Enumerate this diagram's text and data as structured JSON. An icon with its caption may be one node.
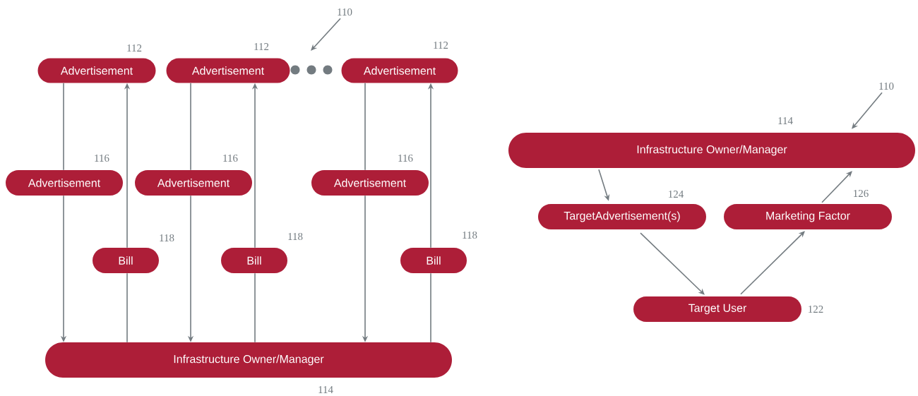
{
  "diagram": {
    "nodes": [
      {
        "text": [
          "Advertisement"
        ],
        "beside": [
          "112"
        ]
      },
      {
        "text": [
          "Advertisement"
        ],
        "beside": [
          "112"
        ]
      },
      {
        "text": [
          "Advertisement"
        ],
        "beside": [
          "112"
        ]
      },
      {
        "text": [
          "Advertisement"
        ],
        "beside": [
          "116"
        ]
      },
      {
        "text": [
          "Advertisement"
        ],
        "beside": [
          "116"
        ]
      },
      {
        "text": [
          "Advertisement"
        ],
        "beside": [
          "116"
        ]
      },
      {
        "text": [
          "Bill"
        ],
        "beside": [
          "118"
        ]
      },
      {
        "text": [
          "Bill"
        ],
        "beside": [
          "118"
        ]
      },
      {
        "text": [
          "Bill"
        ],
        "beside": [
          "118"
        ]
      },
      {
        "text": [
          "Infrastructure Owner/Manager"
        ],
        "beside": [
          "114"
        ]
      },
      {
        "text": [
          "Infrastructure Owner/Manager"
        ],
        "beside": [
          "114"
        ]
      },
      {
        "text": [
          "TargetAdvertisement(s)"
        ],
        "beside": [
          "124"
        ]
      },
      {
        "text": [
          "Marketing Factor"
        ],
        "beside": [
          "126"
        ]
      },
      {
        "text": [
          "Target User"
        ],
        "beside": [
          "122"
        ]
      },
      {
        "text": [
          "110"
        ]
      },
      {
        "text": [
          "110"
        ]
      }
    ],
    "edges": [
      {
        "from": 0,
        "to": 3,
        "arrow": "none"
      },
      {
        "from": 3,
        "to": 9,
        "arrow": "to"
      },
      {
        "from": 9,
        "to": 6,
        "arrow": "none"
      },
      {
        "from": 6,
        "to": 0,
        "arrow": "to"
      },
      {
        "from": 1,
        "to": 4,
        "arrow": "none"
      },
      {
        "from": 4,
        "to": 9,
        "arrow": "to"
      },
      {
        "from": 9,
        "to": 7,
        "arrow": "none"
      },
      {
        "from": 7,
        "to": 1,
        "arrow": "to"
      },
      {
        "from": 2,
        "to": 5,
        "arrow": "none"
      },
      {
        "from": 5,
        "to": 9,
        "arrow": "to"
      },
      {
        "from": 9,
        "to": 8,
        "arrow": "none"
      },
      {
        "from": 8,
        "to": 2,
        "arrow": "to"
      },
      {
        "from": 10,
        "to": 11,
        "arrow": "to"
      },
      {
        "from": 11,
        "to": 13,
        "arrow": "to"
      },
      {
        "from": 13,
        "to": 12,
        "arrow": "to"
      },
      {
        "from": 12,
        "to": 10,
        "arrow": "to"
      },
      {
        "from": 14,
        "to": null,
        "arrow": "to"
      },
      {
        "from": 15,
        "to": 10,
        "arrow": "to"
      }
    ]
  }
}
